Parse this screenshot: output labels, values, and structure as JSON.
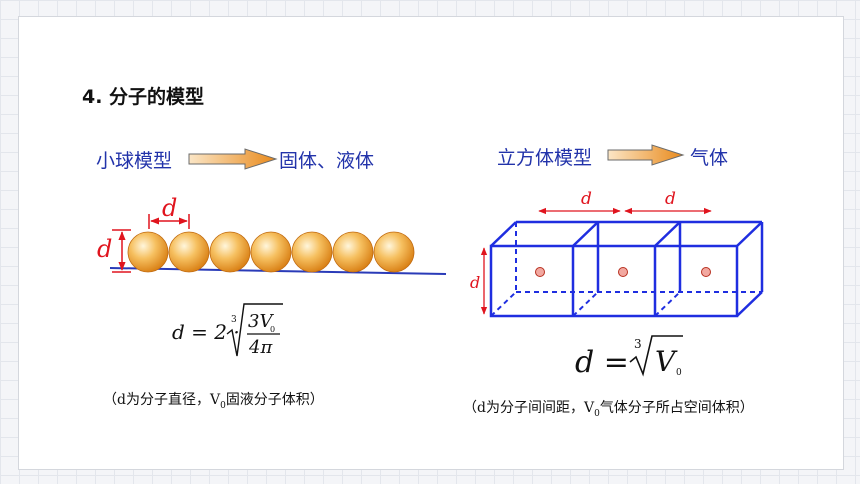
{
  "heading": "4. 分子的模型",
  "left_model": {
    "model_name": "小球模型",
    "target": "固体、液体",
    "d_label": "d",
    "formula_prefix": "d = 2 ·",
    "root_index": "3",
    "numerator": "3V",
    "numerator_sub": "0",
    "denominator": "4π",
    "caption_pre": "（d为分子直径，V",
    "caption_sub": "0",
    "caption_post": "固液分子体积）"
  },
  "right_model": {
    "model_name": "立方体模型",
    "target": "气体",
    "d_label": "d",
    "formula_prefix": "d =",
    "root_index": "3",
    "radicand": "V",
    "radicand_sub": "0",
    "caption_pre": "（d为分子间间距，V",
    "caption_sub": "0",
    "caption_post": "气体分子所占空间体积）"
  },
  "colors": {
    "text_blue": "#2233aa",
    "cube_blue": "#1f2ee0",
    "dimension_red": "#e0141e",
    "sphere_orange": "#f0a020"
  }
}
